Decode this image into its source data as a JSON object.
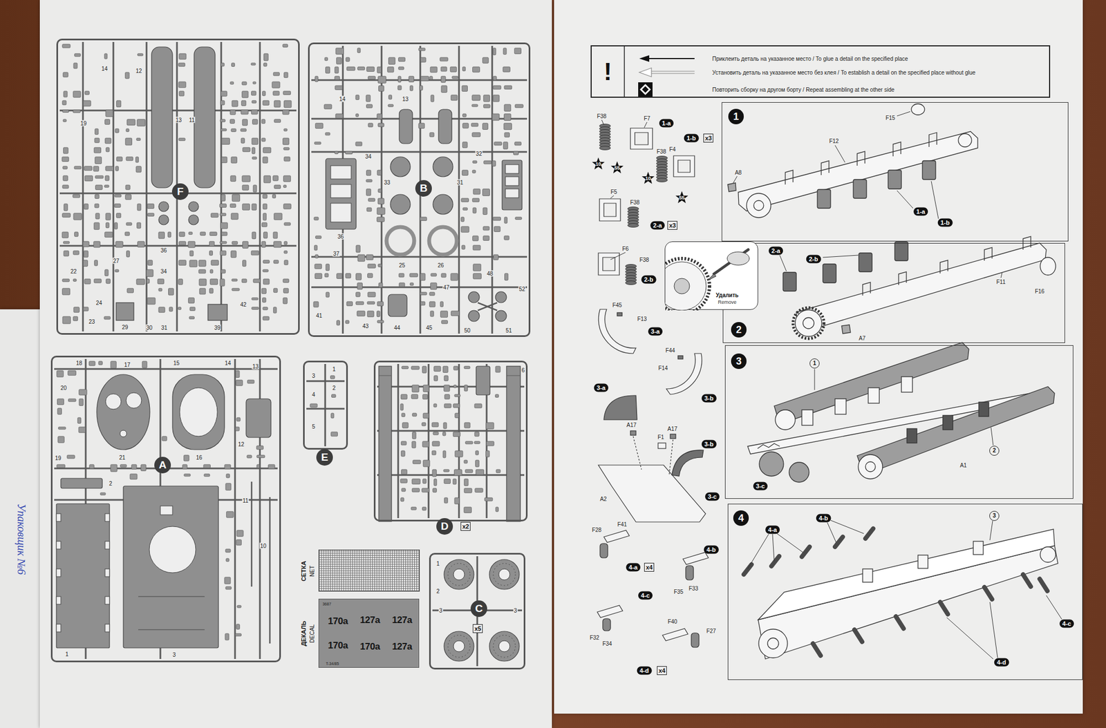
{
  "diagram": {
    "nodes": [
      {
        "text": [
          "F"
        ]
      },
      {
        "text": [
          "B"
        ]
      },
      {
        "text": [
          "A"
        ]
      },
      {
        "text": [
          "E"
        ]
      },
      {
        "text": [
          "D",
          "x2"
        ]
      },
      {
        "text": [
          "СЕТКА",
          "NET"
        ]
      },
      {
        "text": [
          "ДЕКАЛЬ",
          "DECAL",
          "3687",
          "170a",
          "127a",
          "127a",
          "170a",
          "170a",
          "127a",
          "T-34/85"
        ]
      },
      {
        "text": [
          "C",
          "x5"
        ]
      },
      {
        "text": [
          "1"
        ]
      },
      {
        "text": [
          "Удалить",
          "Remove"
        ]
      },
      {
        "text": [
          "2"
        ]
      },
      {
        "text": [
          "3"
        ]
      },
      {
        "text": [
          "4"
        ]
      }
    ],
    "labels": [
      "Упаковщик №6",
      "!",
      "14",
      "12",
      "13",
      "11",
      "19",
      "22",
      "27",
      "36",
      "34",
      "24",
      "23",
      "29",
      "30",
      "31",
      "39",
      "42",
      "14",
      "13",
      "34",
      "36",
      "33",
      "31",
      "32",
      "25",
      "26",
      "37",
      "41",
      "43",
      "44",
      "45",
      "47",
      "48",
      "50",
      "51",
      "52",
      "18",
      "17",
      "15",
      "14",
      "13",
      "20",
      "19",
      "21",
      "16",
      "12",
      "2",
      "11",
      "10",
      "1",
      "3",
      "1",
      "3",
      "2",
      "4",
      "5",
      "6",
      "1",
      "2",
      "3",
      "3",
      "F38",
      "F7",
      "1-a",
      "10",
      "55",
      "1-b",
      "x3",
      "F38",
      "F4",
      "10",
      "55",
      "F5",
      "F38",
      "2-a",
      "x3",
      "F6",
      "F38",
      "2-b",
      "F45",
      "F13",
      "3-a",
      "F44",
      "F14",
      "3-b",
      "3-a",
      "A17",
      "A17",
      "F1",
      "3-b",
      "A2",
      "3-c",
      "F28",
      "F41",
      "4-a",
      "x4",
      "4-b",
      "F35",
      "F33",
      "4-c",
      "F32",
      "F34",
      "F40",
      "F27",
      "4-d",
      "x4",
      "F15",
      "F12",
      "A8",
      "1-a",
      "1-b",
      "2-a",
      "2-b",
      "F11",
      "F16",
      "A7",
      "1",
      "2",
      "A1",
      "3-c",
      "4-b",
      "4-a",
      "3",
      "4-c",
      "4-d"
    ],
    "legend": [
      {
        "text": "Приклеить деталь на указанное место / To glue a detail on the specified place"
      },
      {
        "text": "Установить деталь на указанное место без клея / To establish a detail on the specified place without glue"
      },
      {
        "text": "Повторить сборку на другом борту / Repeat assembling at the other side"
      }
    ]
  }
}
